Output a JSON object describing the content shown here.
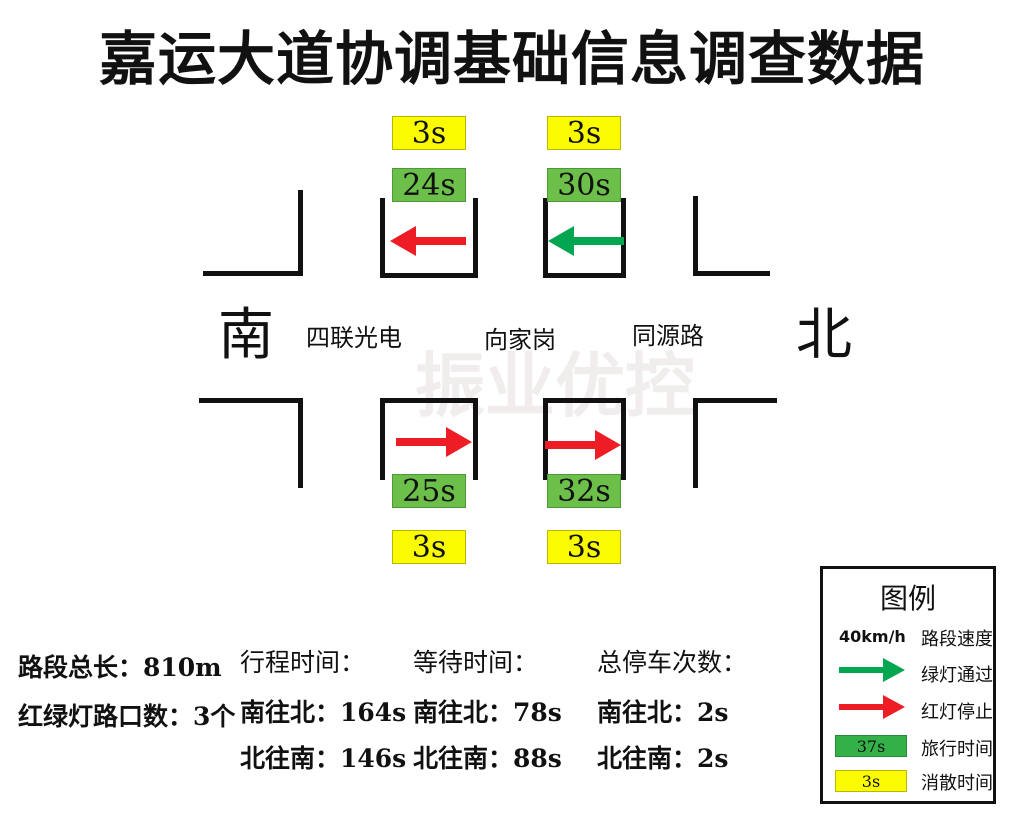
{
  "title": "嘉运大道协调基础信息调查数据",
  "directions": {
    "south": "南",
    "north": "北"
  },
  "intersections": [
    "四联光电",
    "向家岗",
    "同源路"
  ],
  "upper": {
    "left": {
      "clear": "3s",
      "travel": "24s"
    },
    "right": {
      "clear": "3s",
      "travel": "30s"
    }
  },
  "lower": {
    "left": {
      "travel": "25s",
      "clear": "3s"
    },
    "right": {
      "travel": "32s",
      "clear": "3s"
    }
  },
  "arrow_states": {
    "upper_left": "red",
    "upper_right": "green",
    "lower_left": "red",
    "lower_right": "red"
  },
  "stats": {
    "length": "路段总长：810m",
    "signals": "红绿灯路口数：3个",
    "travel": {
      "header": "行程时间：",
      "sn": "南往北：164s",
      "ns": "北往南：146s"
    },
    "wait": {
      "header": "等待时间：",
      "sn": "南往北：78s",
      "ns": "北往南：88s"
    },
    "stops": {
      "header": "总停车次数：",
      "sn": "南往北：2s",
      "ns": "北往南：2s"
    }
  },
  "legend": {
    "title": "图例",
    "speed_value": "40km/h",
    "speed_label": "路段速度",
    "green_label": "绿灯通过",
    "red_label": "红灯停止",
    "travel_sample": "37s",
    "travel_label": "旅行时间",
    "clear_sample": "3s",
    "clear_label": "消散时间"
  },
  "colors": {
    "green": "#00a650",
    "red": "#ee1c25",
    "travel_box": "#6cc04a",
    "clear_box": "#fbfb00"
  }
}
